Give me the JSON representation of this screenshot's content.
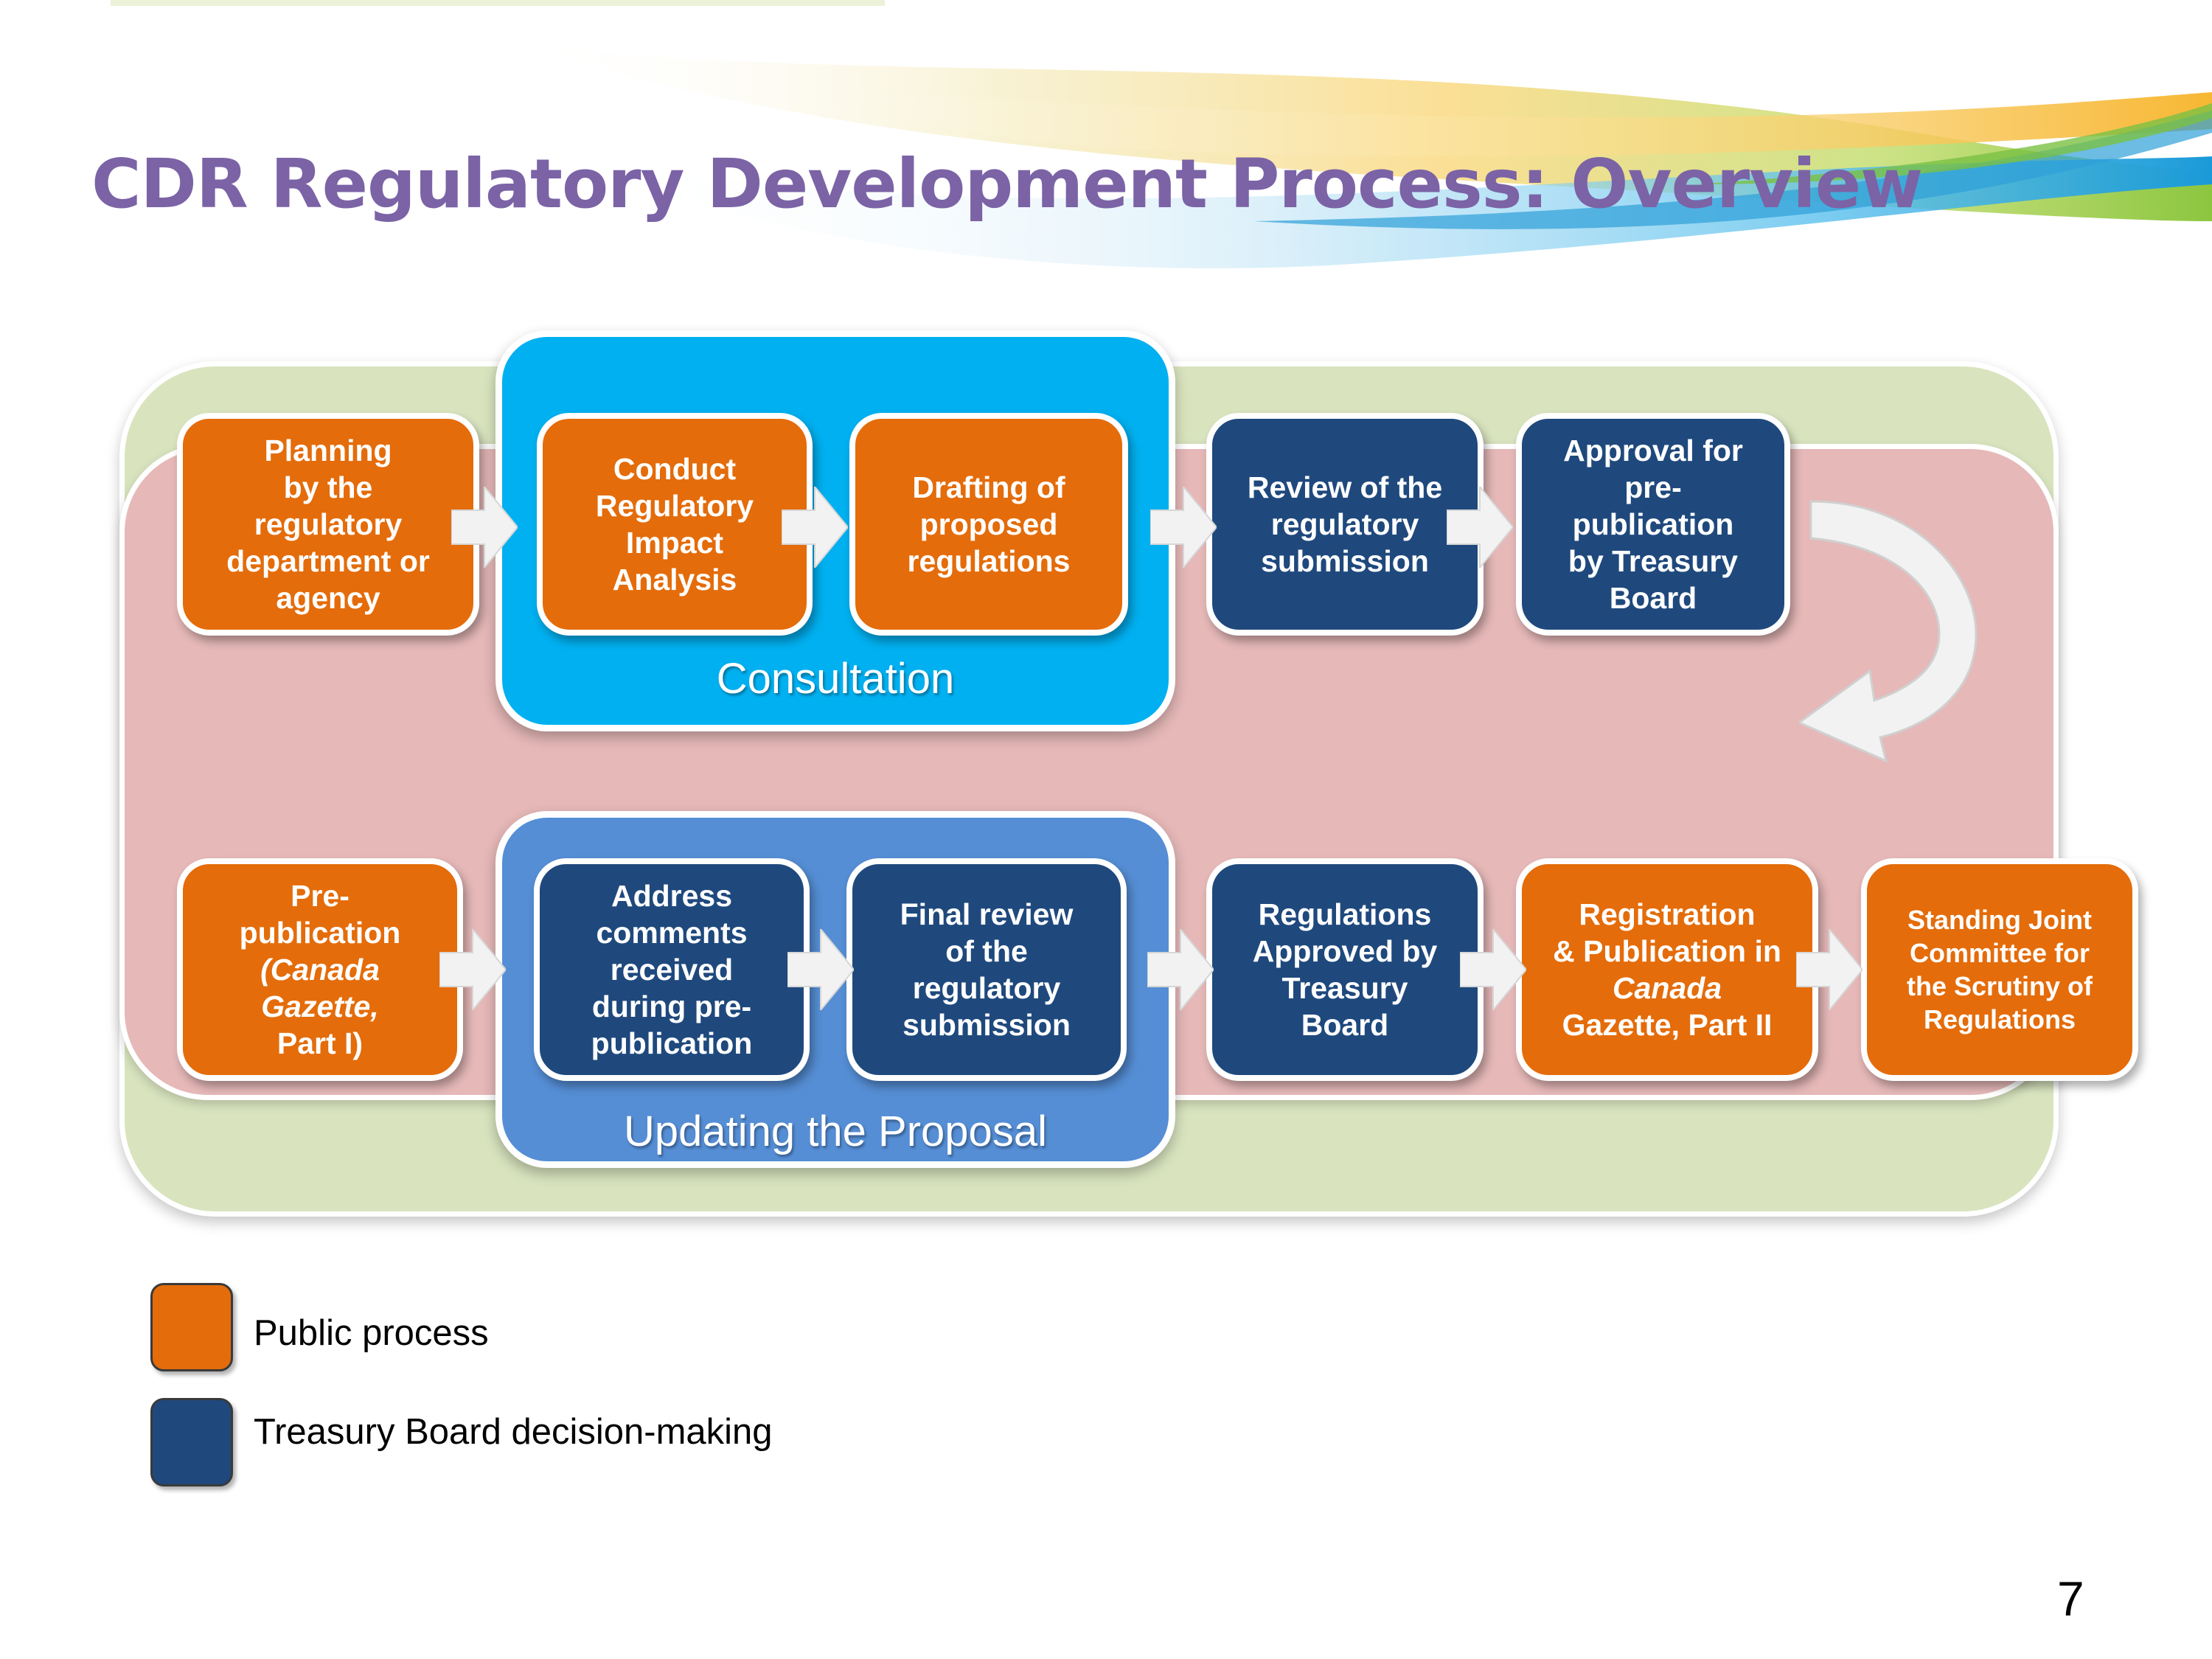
{
  "title": "CDR Regulatory Development Process: Overview",
  "colors": {
    "public_process": "#e46c0a",
    "treasury_board": "#1f497d",
    "consultation": "#00b0f0",
    "updating": "#558ed5",
    "title": "#7b63a6"
  },
  "groups": {
    "consultation": "Consultation",
    "updating": "Updating the Proposal"
  },
  "steps": {
    "planning": [
      "Planning",
      "by the",
      "regulatory",
      "department or",
      "agency"
    ],
    "ria": [
      "Conduct",
      "Regulatory",
      "Impact",
      "Analysis"
    ],
    "drafting": [
      "Drafting of",
      "proposed",
      "regulations"
    ],
    "review": [
      "Review of the",
      "regulatory",
      "submission"
    ],
    "approval_pre": [
      "Approval for",
      "pre-",
      "publication",
      "by Treasury",
      "Board"
    ],
    "prepub": [
      "Pre-",
      "publication",
      "(Canada",
      "Gazette,",
      "Part I)"
    ],
    "address": [
      "Address",
      "comments",
      "received",
      "during pre-",
      "publication"
    ],
    "final_review": [
      "Final review",
      "of the",
      "regulatory",
      "submission"
    ],
    "approved": [
      "Regulations",
      "Approved by",
      "Treasury",
      "Board"
    ],
    "registration": [
      "Registration",
      "& Publication in",
      "Canada",
      "Gazette, Part II"
    ],
    "sjc": [
      "Standing Joint",
      "Committee for",
      "the Scrutiny of",
      "Regulations"
    ]
  },
  "legend": {
    "public": "Public process",
    "treasury": "Treasury Board decision-making"
  },
  "page_number": "7"
}
